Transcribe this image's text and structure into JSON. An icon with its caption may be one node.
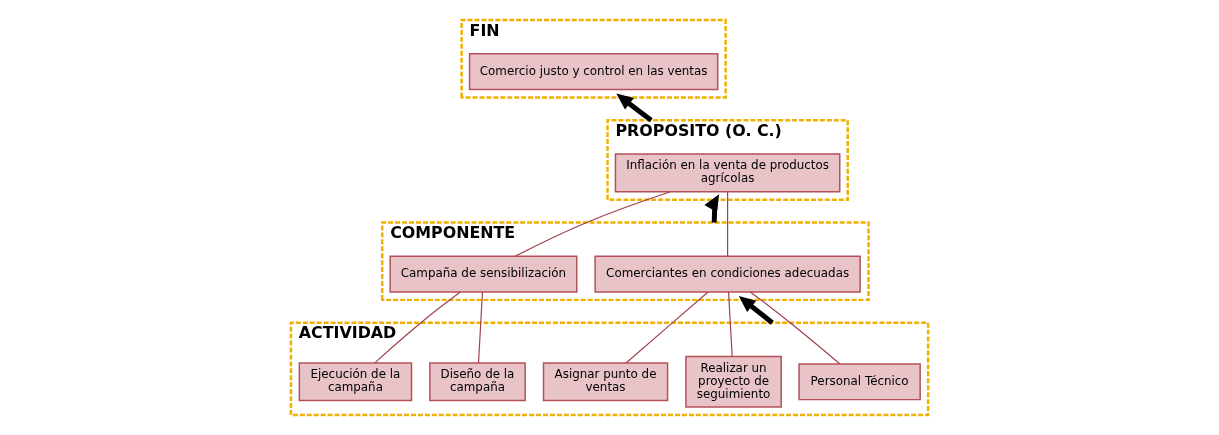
{
  "diagram": {
    "nodes": [
      {
        "text": [
          "FIN"
        ]
      },
      {
        "text": [
          "Comercio justo y control en las ventas"
        ],
        "in": 0
      },
      {
        "text": [
          "PROPOSITO (O. C.)"
        ]
      },
      {
        "text": [
          "Inflación en la venta de productos agrícolas"
        ],
        "in": 2
      },
      {
        "text": [
          "COMPONENTE"
        ]
      },
      {
        "text": [
          "Comerciantes en condiciones adecuadas"
        ],
        "in": 4
      },
      {
        "text": [
          "Campaña de sensibilización"
        ],
        "in": 4
      },
      {
        "text": [
          "ACTIVIDAD"
        ]
      },
      {
        "text": [
          "Personal Técnico"
        ],
        "in": 7
      },
      {
        "text": [
          "Realizar un proyecto de seguimiento"
        ],
        "in": 7
      },
      {
        "text": [
          "Asignar punto de ventas"
        ],
        "in": 7
      },
      {
        "text": [
          "Diseño de la campaña"
        ],
        "in": 7
      },
      {
        "text": [
          "Ejecución de la campaña"
        ],
        "in": 7
      }
    ],
    "edges": [
      {
        "from": 7,
        "to": 4,
        "arrow": "to",
        "style": "thick",
        "color": "#000000"
      },
      {
        "from": 4,
        "to": 2,
        "arrow": "to",
        "style": "thick",
        "color": "#000000"
      },
      {
        "from": 2,
        "to": 0,
        "arrow": "to",
        "style": "thick",
        "color": "#000000"
      },
      {
        "from": 3,
        "to": 5,
        "arrow": "none"
      },
      {
        "from": 3,
        "to": 6,
        "arrow": "none"
      },
      {
        "from": 5,
        "to": 8,
        "arrow": "none"
      },
      {
        "from": 5,
        "to": 9,
        "arrow": "none"
      },
      {
        "from": 5,
        "to": 10,
        "arrow": "none"
      },
      {
        "from": 6,
        "to": 11,
        "arrow": "none"
      },
      {
        "from": 6,
        "to": 12,
        "arrow": "none"
      }
    ]
  }
}
